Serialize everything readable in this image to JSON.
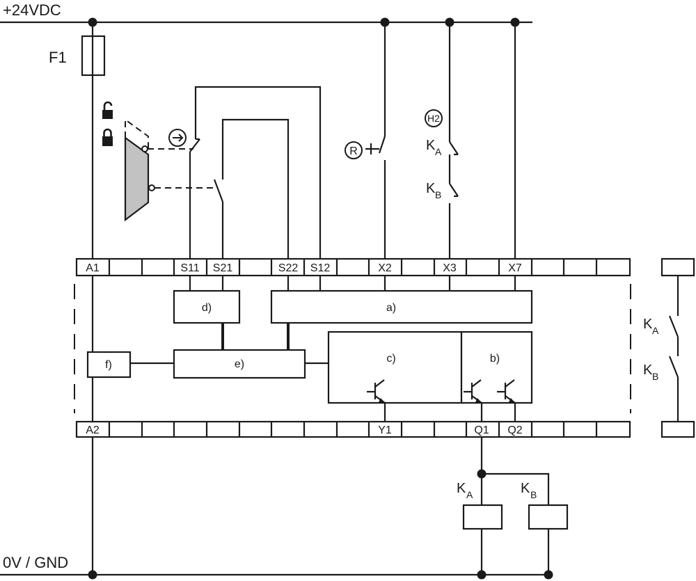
{
  "supply": {
    "positive": "+24VDC",
    "ground": "0V / GND"
  },
  "fuse": {
    "label": "F1"
  },
  "terminals_top": [
    "A1",
    "S11",
    "S21",
    "S22",
    "S12",
    "X2",
    "X3",
    "X7"
  ],
  "terminals_bottom": [
    "A2",
    "Y1",
    "Q1",
    "Q2"
  ],
  "blocks": {
    "a": "a)",
    "b": "b)",
    "c": "c)",
    "d": "d)",
    "e": "e)",
    "f": "f)"
  },
  "symbols": {
    "reset": "R",
    "lamp": "H2"
  },
  "contacts": {
    "ka": "K",
    "ka_sub": "A",
    "kb": "K",
    "kb_sub": "B"
  },
  "icons": [
    "lock-open-icon",
    "lock-closed-icon",
    "positive-opening-icon"
  ],
  "colors": {
    "line": "#1a1a1a",
    "switch_fill": "#c2c2c2",
    "background": "#ffffff"
  }
}
